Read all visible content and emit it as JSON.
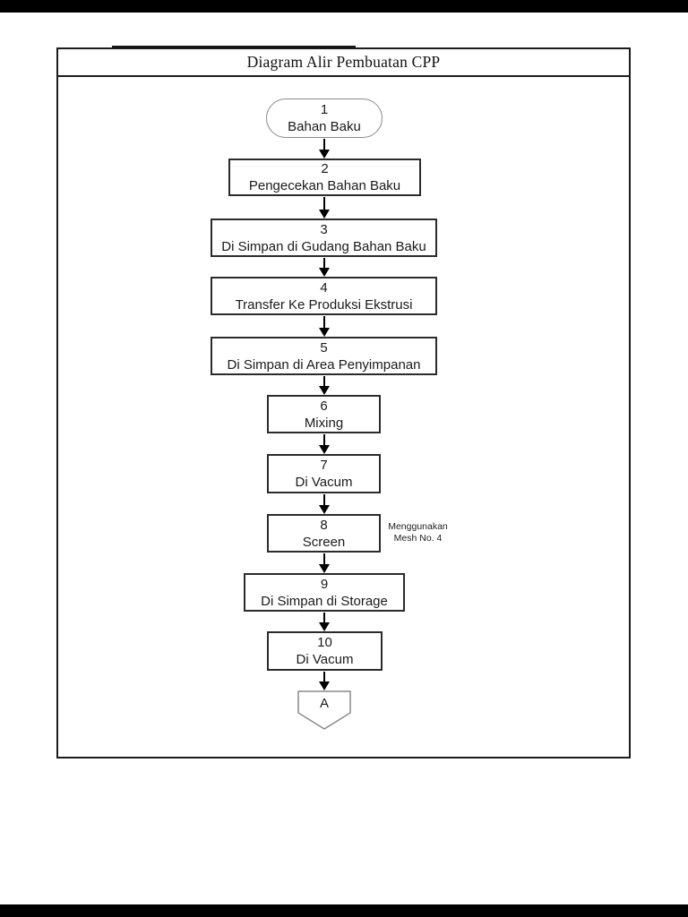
{
  "title": "Diagram Alir Pembuatan CPP",
  "flowchart": {
    "nodes": [
      {
        "number": "1",
        "label": "Bahan Baku",
        "shape": "terminator"
      },
      {
        "number": "2",
        "label": "Pengecekan Bahan Baku",
        "shape": "process"
      },
      {
        "number": "3",
        "label": "Di Simpan di Gudang Bahan Baku",
        "shape": "process"
      },
      {
        "number": "4",
        "label": "Transfer Ke Produksi Ekstrusi",
        "shape": "process"
      },
      {
        "number": "5",
        "label": "Di Simpan di Area Penyimpanan",
        "shape": "process"
      },
      {
        "number": "6",
        "label": "Mixing",
        "shape": "process"
      },
      {
        "number": "7",
        "label": "Di Vacum",
        "shape": "process"
      },
      {
        "number": "8",
        "label": "Screen",
        "shape": "process"
      },
      {
        "number": "9",
        "label": "Di Simpan di Storage",
        "shape": "process"
      },
      {
        "number": "10",
        "label": "Di Vacum",
        "shape": "process"
      },
      {
        "label": "A",
        "shape": "off-page-connector"
      }
    ],
    "annotation": {
      "attached_to_step": "8",
      "line1": "Menggunakan",
      "line2": "Mesh No. 4"
    }
  },
  "colors": {
    "paper": "#ffffff",
    "ink": "#1a1a1a",
    "process_border": "#2b2b2b",
    "terminator_border": "#8a8a8a",
    "letterbox": "#000000"
  }
}
